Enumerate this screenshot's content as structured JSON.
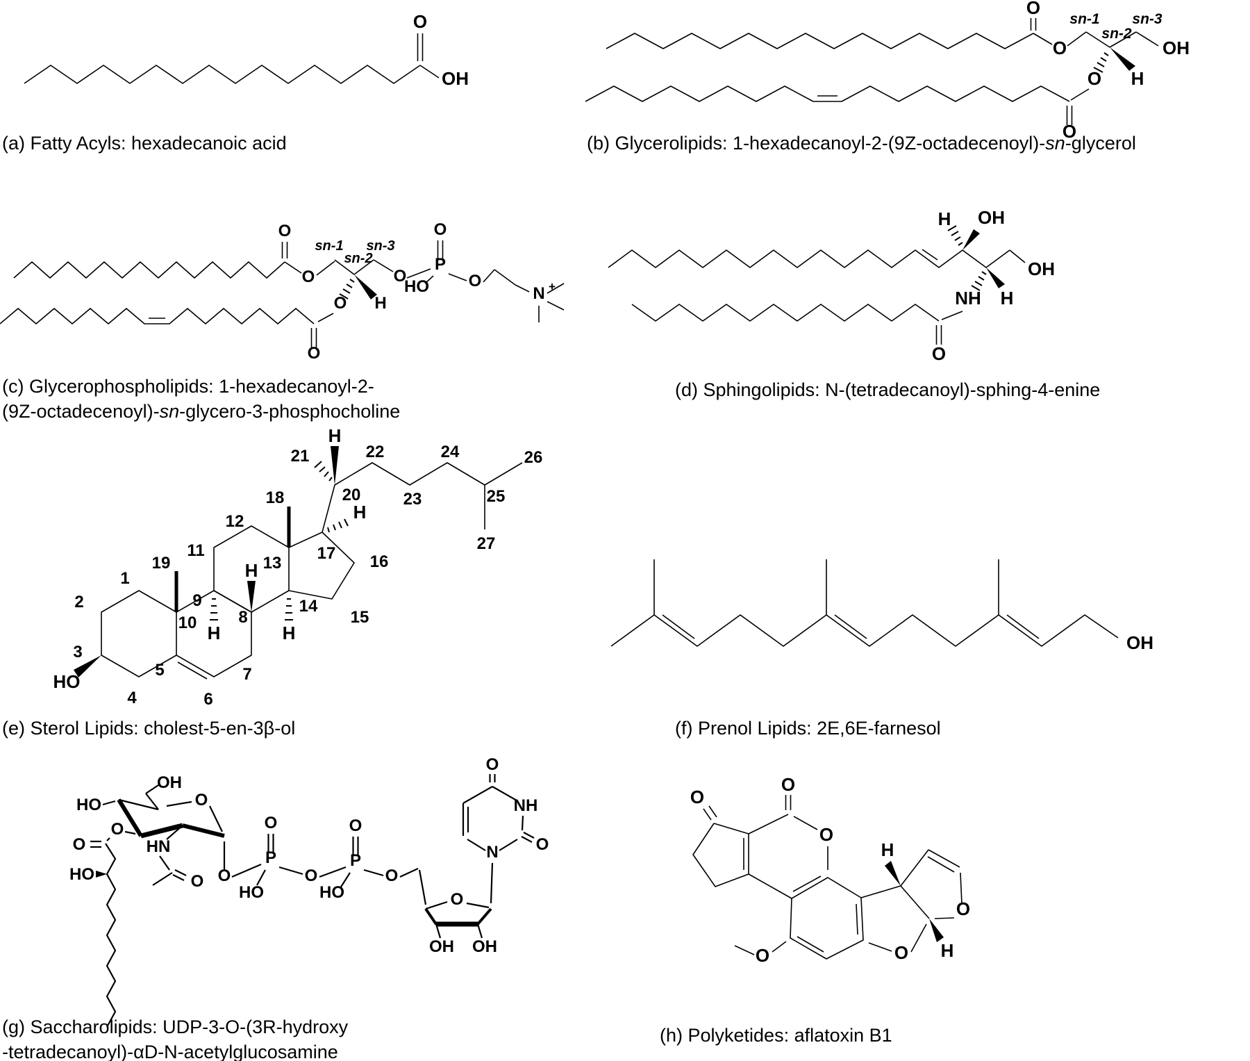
{
  "figure": {
    "background": "#ffffff",
    "ink": "#000000"
  },
  "panels": {
    "a": {
      "caption": "(a) Fatty Acyls: hexadecanoic acid",
      "labels": {
        "carbonyl_o": "O",
        "acid_oh": "OH"
      }
    },
    "b": {
      "caption_pre": "(b) Glycerolipids: 1-hexadecanoyl-2-(9Z-octadecenoyl)-",
      "caption_italic": "sn",
      "caption_post": "-glycerol",
      "labels": {
        "ester1_carbonyl_o": "O",
        "ester1_o": "O",
        "sn1": "sn-1",
        "sn2": "sn-2",
        "sn3": "sn-3",
        "glycerol_oh": "OH",
        "sn2_o": "O",
        "sn2_h": "H",
        "ester2_carbonyl_o": "O"
      }
    },
    "c": {
      "caption_line1": "(c) Glycerophospholipids: 1-hexadecanoyl-2-",
      "caption_line2_pre": "(9Z-octadecenoyl)-",
      "caption_line2_italic": "sn",
      "caption_line2_post": "-glycero-3-phosphocholine",
      "labels": {
        "ester1_carbonyl_o": "O",
        "ester1_o": "O",
        "sn1": "sn-1",
        "sn2": "sn-2",
        "sn3": "sn-3",
        "phospho_ester_o": "O",
        "p": "P",
        "p_double_o": "O",
        "p_ho": "HO",
        "p_o_right": "O",
        "n": "N",
        "n_charge": "+",
        "sn2_o": "O",
        "sn2_h": "H",
        "ester2_carbonyl_o": "O"
      }
    },
    "d": {
      "caption": "(d) Sphingolipids: N-(tetradecanoyl)-sphing-4-enine",
      "labels": {
        "c3_h": "H",
        "c3_oh": "OH",
        "c1_oh": "OH",
        "nh": "NH",
        "c2_h": "H",
        "amide_o": "O"
      }
    },
    "e": {
      "caption": "(e) Sterol Lipids: cholest-5-en-3β-ol",
      "carbon_numbers": [
        "1",
        "2",
        "3",
        "4",
        "5",
        "6",
        "7",
        "8",
        "9",
        "10",
        "11",
        "12",
        "13",
        "14",
        "15",
        "16",
        "17",
        "18",
        "19",
        "20",
        "21",
        "22",
        "23",
        "24",
        "25",
        "26",
        "27"
      ],
      "labels": {
        "ho": "HO",
        "h20": "H",
        "h17": "H",
        "h8": "H",
        "h9": "H",
        "h14": "H"
      }
    },
    "f": {
      "caption": "(f) Prenol Lipids: 2E,6E-farnesol",
      "labels": {
        "oh": "OH"
      }
    },
    "g": {
      "caption_line1": "(g) Saccharolipids: UDP-3-O-(3R-hydroxy",
      "caption_line2": "-tetradecanoyl)-αD-N-acetylglucosamine",
      "labels": {
        "c6_oh": "OH",
        "c4_ho": "HO",
        "ring_o": "O",
        "ester3_o": "O",
        "acyl_carbonyl_o": "O",
        "chain_ho": "HO",
        "hn": "HN",
        "acetyl_o": "O",
        "anomeric_o": "O",
        "p1": "P",
        "p1_double_o": "O",
        "p1_ho": "HO",
        "bridge_o": "O",
        "p2": "P",
        "p2_double_o": "O",
        "p2_ho": "HO",
        "ester5_o": "O",
        "ribose_o": "O",
        "ribose_oh1": "OH",
        "ribose_oh2": "OH",
        "n1": "N",
        "nh": "NH",
        "c4_o": "O",
        "c2_o": "O"
      }
    },
    "h": {
      "caption": "(h) Polyketides: aflatoxin B1",
      "labels": {
        "ketone_o": "O",
        "lactone_o": "O",
        "ring_o": "O",
        "methoxy_o": "O",
        "h_top": "H",
        "furan_o": "O",
        "h_bottom": "H",
        "fused_o": "O"
      }
    }
  }
}
